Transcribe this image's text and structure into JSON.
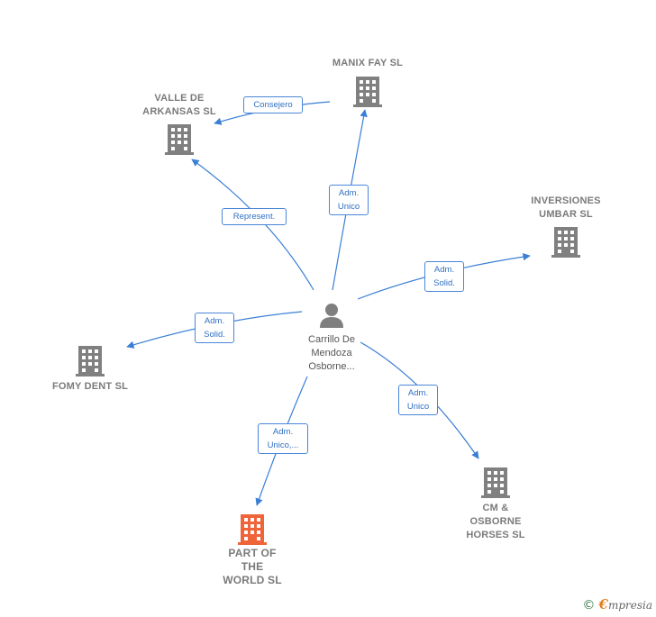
{
  "colors": {
    "edge": "#3a7fd5",
    "company": "#808080",
    "highlight": "#f0643a",
    "person": "#7f7f7f"
  },
  "center": {
    "name": "Carrillo De\nMendoza\nOsborne...",
    "icon": "person-icon"
  },
  "companies": [
    {
      "id": "manix",
      "name": "MANIX FAY  SL",
      "highlight": false,
      "icon": "building-icon"
    },
    {
      "id": "valle",
      "name": "VALLE DE\nARKANSAS  SL",
      "highlight": false,
      "icon": "building-icon"
    },
    {
      "id": "umbar",
      "name": "INVERSIONES\nUMBAR SL",
      "highlight": false,
      "icon": "building-icon"
    },
    {
      "id": "fomy",
      "name": "FOMY DENT SL",
      "highlight": false,
      "icon": "building-icon"
    },
    {
      "id": "part",
      "name": "PART OF\nTHE\nWORLD  SL",
      "highlight": true,
      "icon": "building-icon"
    },
    {
      "id": "cm",
      "name": "CM &\nOSBORNE\nHORSES  SL",
      "highlight": false,
      "icon": "building-icon"
    }
  ],
  "edges": [
    {
      "from": "manix",
      "to": "valle",
      "label": "Consejero"
    },
    {
      "from": "center",
      "to": "manix",
      "label": "Adm.\nUnico"
    },
    {
      "from": "center",
      "to": "valle",
      "label": "Represent."
    },
    {
      "from": "center",
      "to": "umbar",
      "label": "Adm.\nSolid."
    },
    {
      "from": "center",
      "to": "fomy",
      "label": "Adm.\nSolid."
    },
    {
      "from": "center",
      "to": "part",
      "label": "Adm.\nUnico,..."
    },
    {
      "from": "center",
      "to": "cm",
      "label": "Adm.\nUnico"
    }
  ],
  "footer": {
    "copyright_symbol": "©",
    "brand_initial": "€",
    "brand_rest": "mpresia"
  }
}
